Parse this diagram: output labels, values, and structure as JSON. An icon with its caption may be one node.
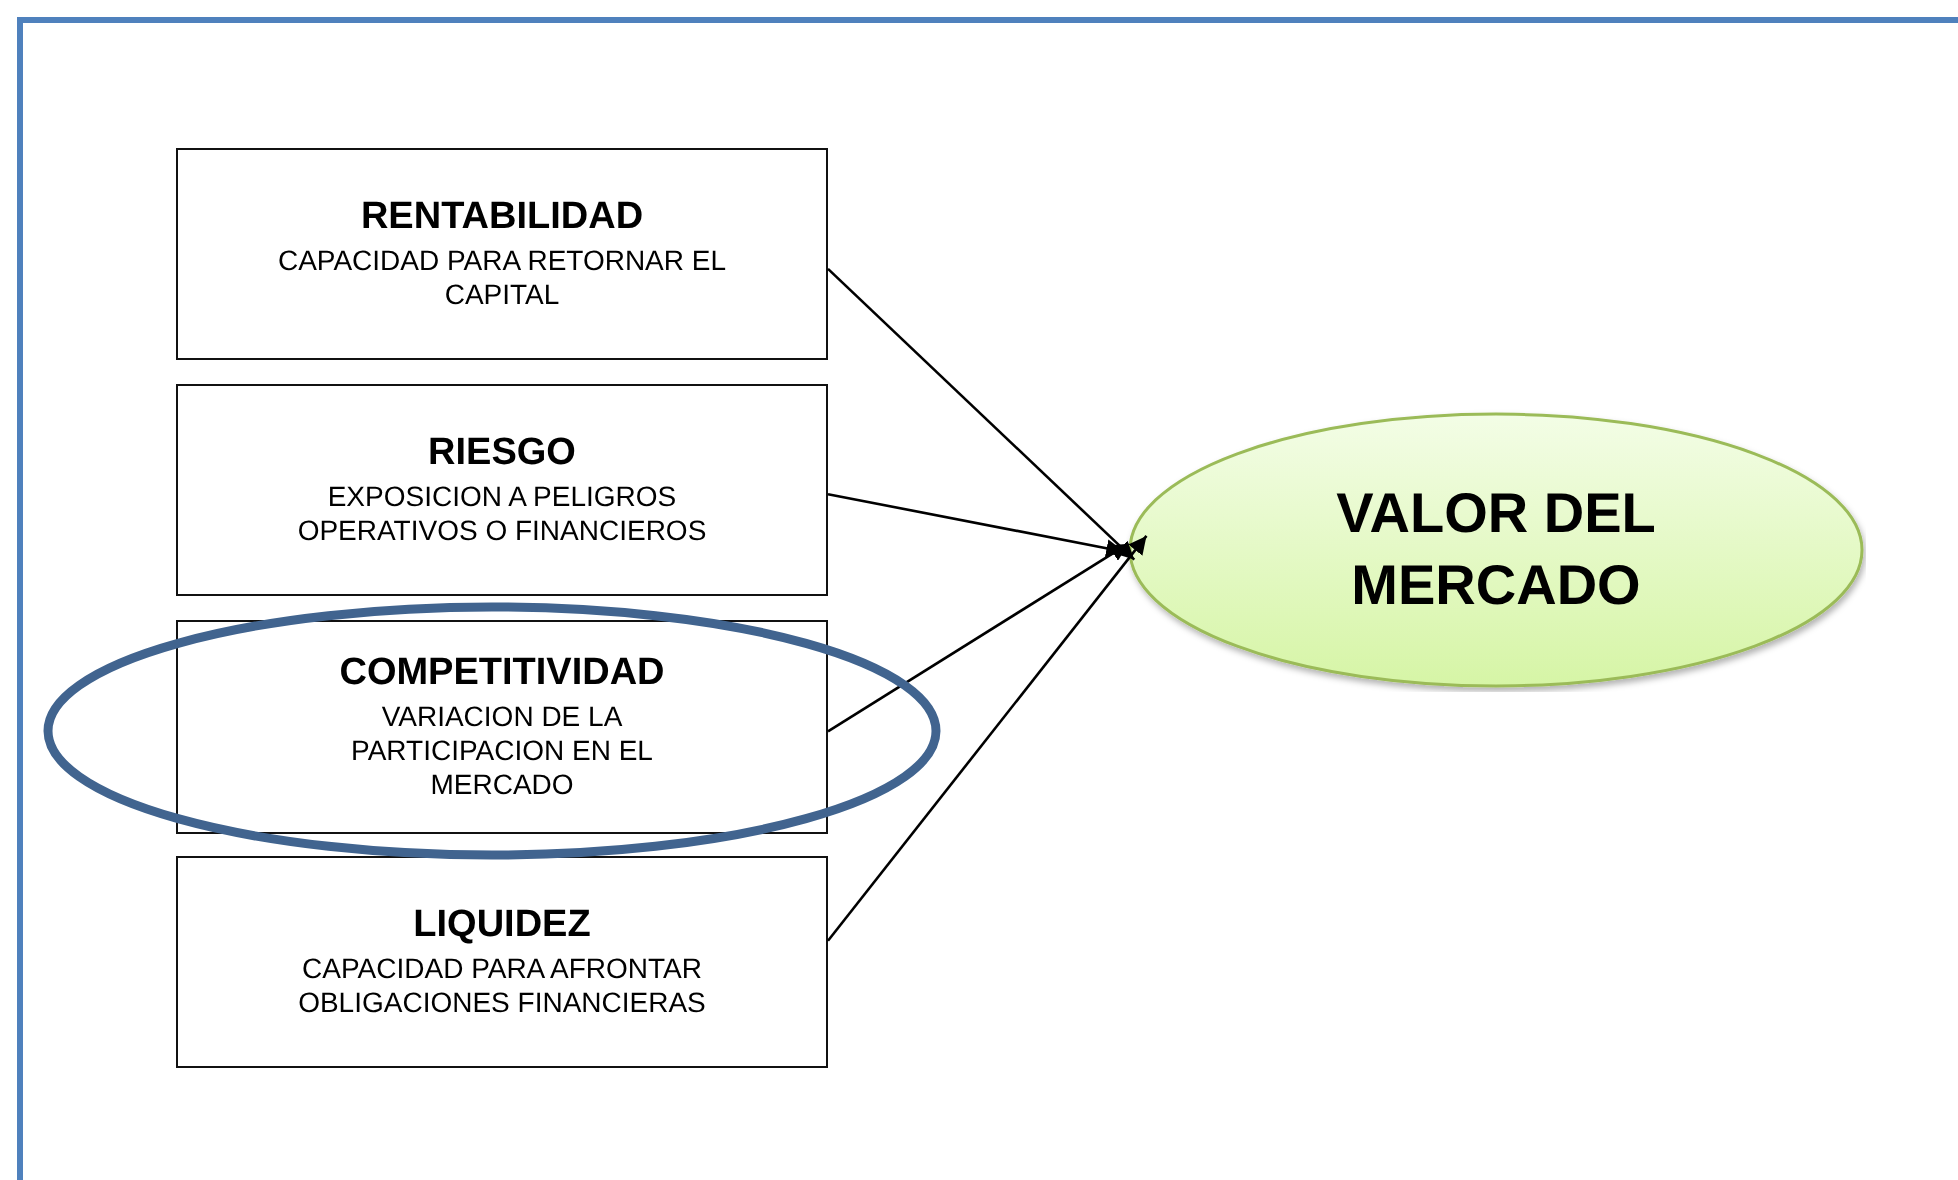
{
  "diagram": {
    "nodes": [
      {
        "text": [
          "RENTABILIDAD",
          "CAPACIDAD PARA RETORNAR EL CAPITAL"
        ]
      },
      {
        "text": [
          "RIESGO",
          "EXPOSICION A PELIGROS OPERATIVOS O FINANCIEROS"
        ]
      },
      {
        "text": [
          "COMPETITIVIDAD",
          "VARIACION DE LA PARTICIPACION EN EL MERCADO"
        ]
      },
      {
        "text": [
          "LIQUIDEZ",
          "CAPACIDAD PARA AFRONTAR OBLIGACIONES FINANCIERAS"
        ]
      },
      {
        "text": [
          "VALOR DEL MERCADO"
        ]
      }
    ],
    "edges": [
      {
        "from": 0,
        "to": 4,
        "arrow": "to"
      },
      {
        "from": 1,
        "to": 4,
        "arrow": "to"
      },
      {
        "from": 2,
        "to": 4,
        "arrow": "to"
      },
      {
        "from": 3,
        "to": 4,
        "arrow": "to"
      }
    ]
  }
}
